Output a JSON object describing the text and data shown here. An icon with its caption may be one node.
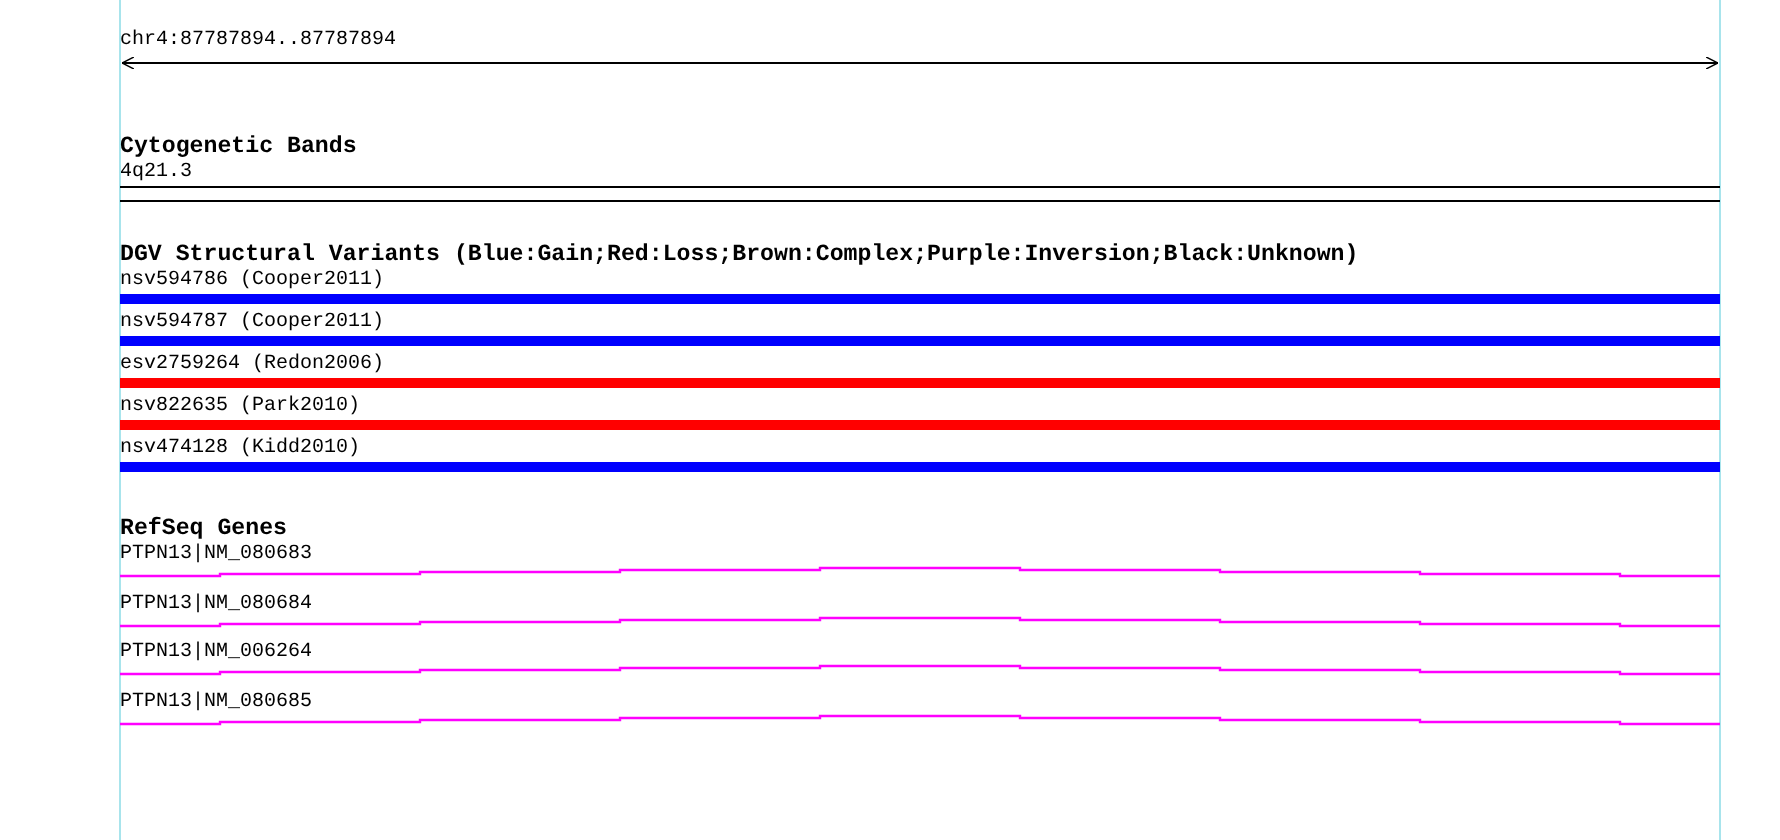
{
  "diagram": {
    "labels": [
      "chr4:87787894..87787894",
      "Cytogenetic Bands",
      "4q21.3",
      "DGV Structural Variants (Blue:Gain;Red:Loss;Brown:Complex;Purple:Inversion;Black:Unknown)",
      "nsv594786 (Cooper2011)",
      "nsv594787 (Cooper2011)",
      "esv2759264 (Redon2006)",
      "nsv822635 (Park2010)",
      "nsv474128 (Kidd2010)",
      "RefSeq Genes",
      "PTPN13|NM_080683",
      "PTPN13|NM_080684",
      "PTPN13|NM_006264",
      "PTPN13|NM_080685"
    ]
  }
}
